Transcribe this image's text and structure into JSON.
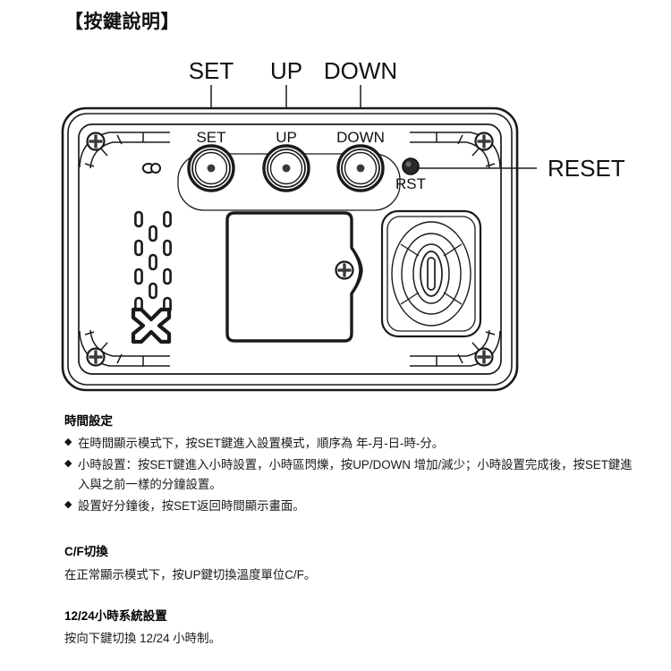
{
  "document": {
    "title": "【按鍵說明】"
  },
  "figure": {
    "name": "device-rear-panel-diagram",
    "callouts": [
      {
        "id": "set",
        "label": "SET"
      },
      {
        "id": "up",
        "label": "UP"
      },
      {
        "id": "down",
        "label": "DOWN"
      },
      {
        "id": "reset",
        "label": "RESET"
      }
    ],
    "device_labels": {
      "set": "SET",
      "up": "UP",
      "down": "DOWN",
      "rst": "RST"
    },
    "parts": {
      "buttons": [
        "SET",
        "UP",
        "DOWN"
      ],
      "reset_button": "RST",
      "vent_icon": "vent-slots",
      "cross_icon": "x-mark",
      "battery_cover": "battery-cover",
      "battery_screw": "phillips-screw",
      "speaker": "speaker-grille",
      "corner_screws": 4,
      "sensor_mark": "double-circle-mark"
    },
    "colors": {
      "line": "#1a1a1a",
      "fill": "#ffffff",
      "button_dot": "#3a3a3a"
    }
  },
  "sections": [
    {
      "id": "time-setting",
      "heading": "時間設定",
      "bullets": [
        "在時間顯示模式下，按SET鍵進入設置模式，順序為 年-月-日-時-分。",
        "小時設置：按SET鍵進入小時設置，小時區閃爍，按UP/DOWN 增加/減少；小時設置完成後，按SET鍵進入與之前一樣的分鐘設置。",
        "設置好分鐘後，按SET返回時間顯示畫面。"
      ],
      "bullet_marker": "◆"
    },
    {
      "id": "cf-switch",
      "heading": "C/F切換",
      "body": "在正常顯示模式下，按UP鍵切換溫度單位C/F。"
    },
    {
      "id": "hour-system",
      "heading": "12/24小時系統設置",
      "body": "按向下鍵切換 12/24 小時制。"
    }
  ]
}
